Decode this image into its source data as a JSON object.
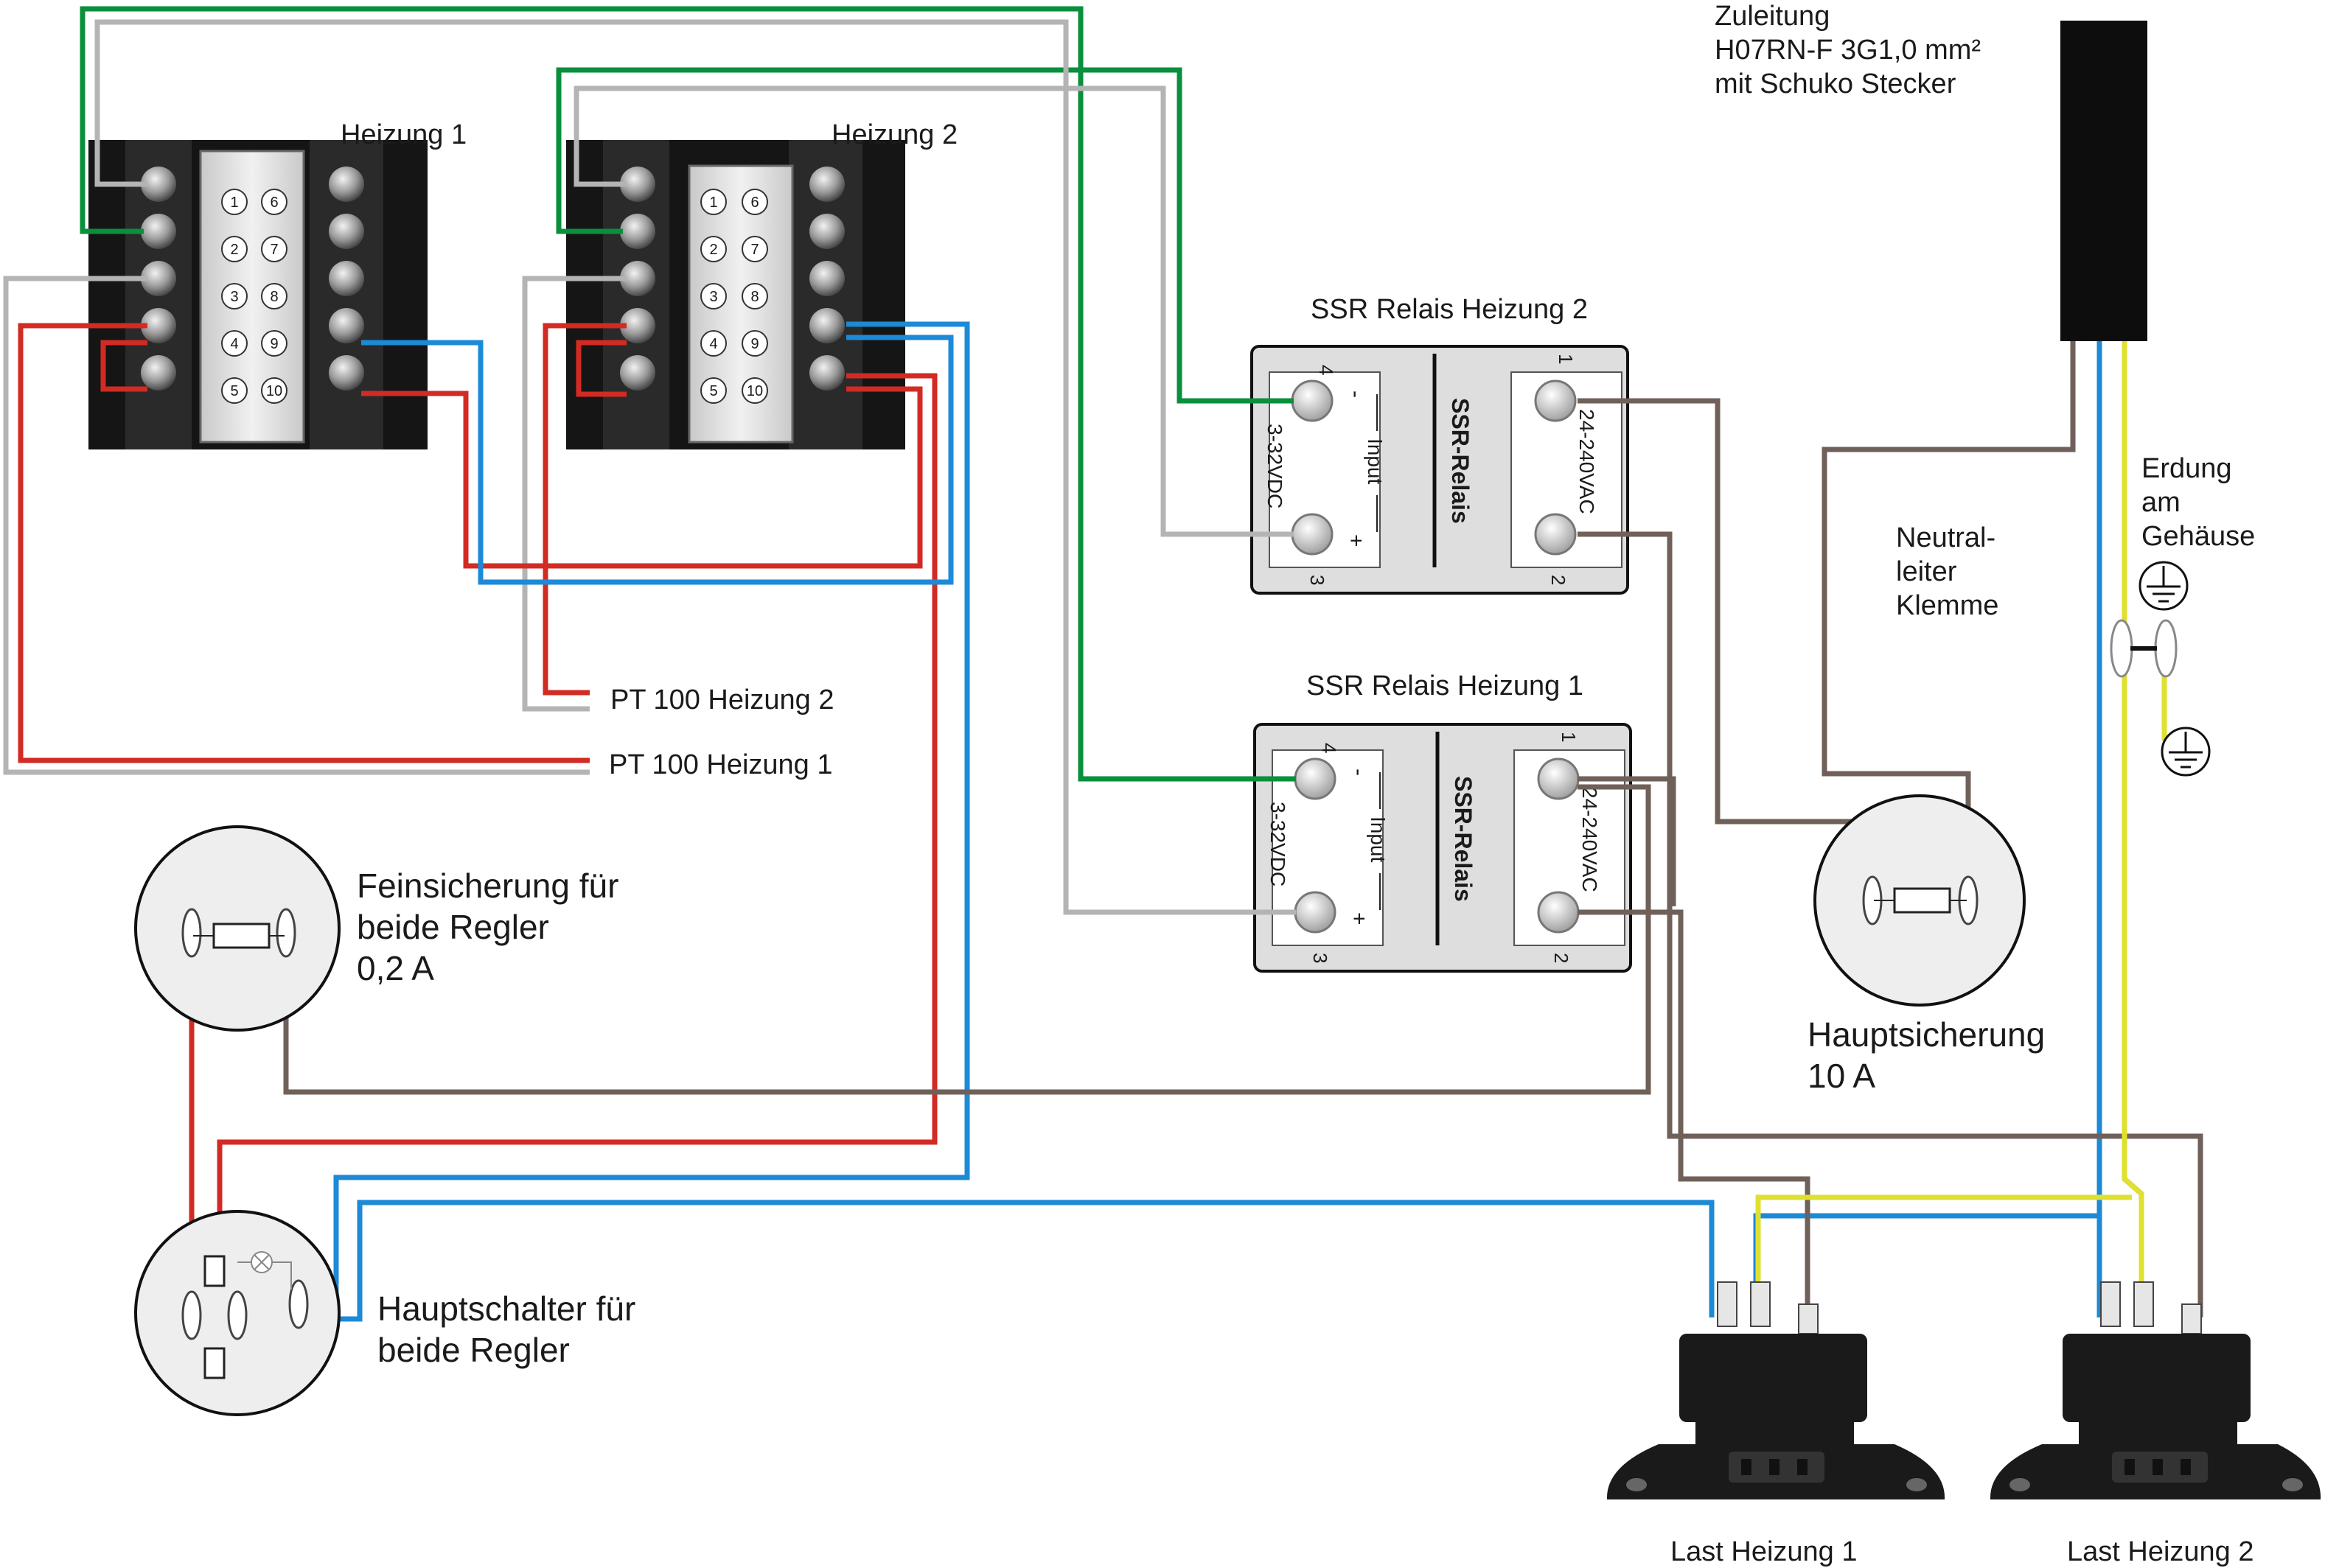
{
  "controllers": [
    {
      "label": "Heizung 1"
    },
    {
      "label": "Heizung 2"
    }
  ],
  "terminal_numbers": {
    "left": [
      "1",
      "2",
      "3",
      "4",
      "5"
    ],
    "right": [
      "6",
      "7",
      "8",
      "9",
      "10"
    ]
  },
  "ssr": [
    {
      "label": "SSR Relais Heizung 2",
      "device": "SSR-Relais",
      "input_text": "Input",
      "input_voltage": "3-32VDC",
      "output_voltage": "24-240VAC",
      "pins": [
        "4",
        "3",
        "1",
        "2"
      ],
      "minus": "-",
      "plus": "+"
    },
    {
      "label": "SSR Relais Heizung 1",
      "device": "SSR-Relais",
      "input_text": "Input",
      "input_voltage": "3-32VDC",
      "output_voltage": "24-240VAC",
      "pins": [
        "4",
        "3",
        "1",
        "2"
      ],
      "minus": "-",
      "plus": "+"
    }
  ],
  "supply": {
    "line1": "Zuleitung",
    "line2": "H07RN-F 3G1,0 mm²",
    "line3": "mit Schuko Stecker"
  },
  "sensors": {
    "pt100_2": "PT 100 Heizung 2",
    "pt100_1": "PT 100 Heizung 1"
  },
  "neutral": {
    "line1": "Neutral-",
    "line2": "leiter",
    "line3": "Klemme"
  },
  "earth": {
    "line1": "Erdung",
    "line2": "am",
    "line3": "Gehäuse"
  },
  "fine_fuse": {
    "line1": "Feinsicherung für",
    "line2": "beide Regler",
    "line3": "0,2 A"
  },
  "main_fuse": {
    "line1": "Hauptsicherung",
    "line2": "10 A"
  },
  "main_switch": {
    "line1": "Hauptschalter für",
    "line2": "beide Regler"
  },
  "loads": [
    {
      "label": "Last Heizung 1"
    },
    {
      "label": "Last Heizung 2"
    }
  ],
  "colors": {
    "green": "#0a8f3c",
    "gray": "#b4b4b4",
    "red": "#d22b24",
    "blue": "#1c8ad6",
    "brown": "#70605a",
    "yellow": "#e0e030"
  }
}
